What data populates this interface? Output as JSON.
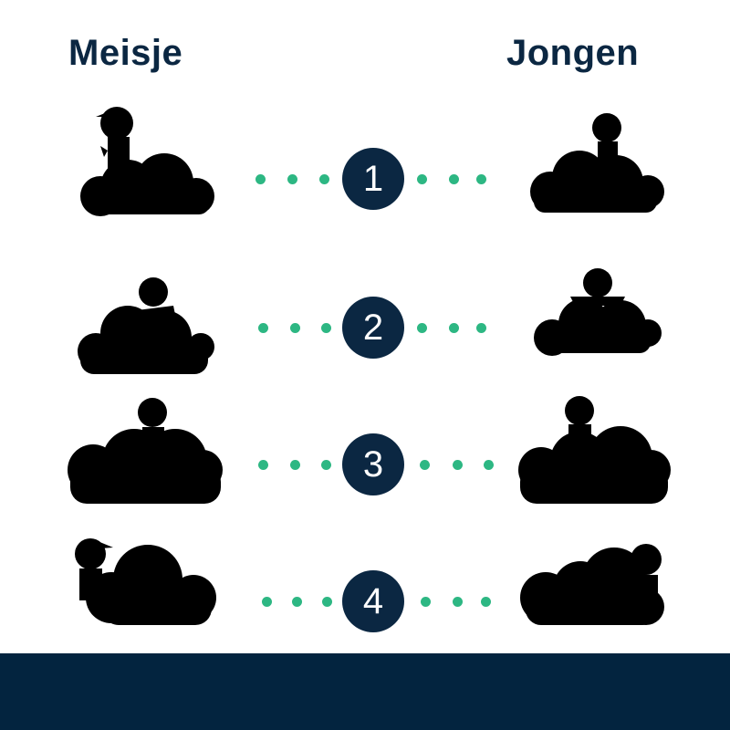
{
  "headings": {
    "left": "Meisje",
    "right": "Jongen"
  },
  "rows": [
    {
      "number": "1",
      "left": "girl-sitting-on-cloud",
      "right": "boy-sitting-on-cloud"
    },
    {
      "number": "2",
      "left": "girl-behind-cloud-arms-out",
      "right": "boy-behind-cloud-arms-out"
    },
    {
      "number": "3",
      "left": "girl-standing-behind-cloud",
      "right": "boy-standing-behind-cloud"
    },
    {
      "number": "4",
      "left": "girl-beside-cloud",
      "right": "boy-beside-cloud"
    }
  ],
  "colors": {
    "navy": "#0b2742",
    "dots": "#2db783",
    "footer": "#03243f",
    "silhouette": "#000000"
  }
}
